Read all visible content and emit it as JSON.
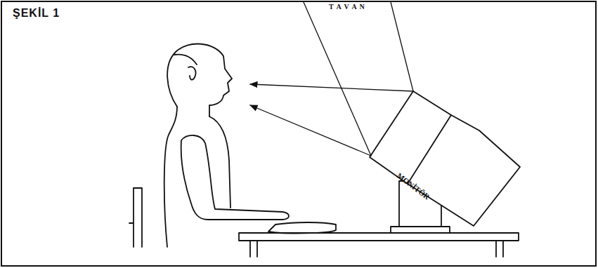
{
  "diagram": {
    "title": "ŞEKİL 1",
    "labels": [
      "T A V A N",
      "MONİTÖR"
    ]
  }
}
